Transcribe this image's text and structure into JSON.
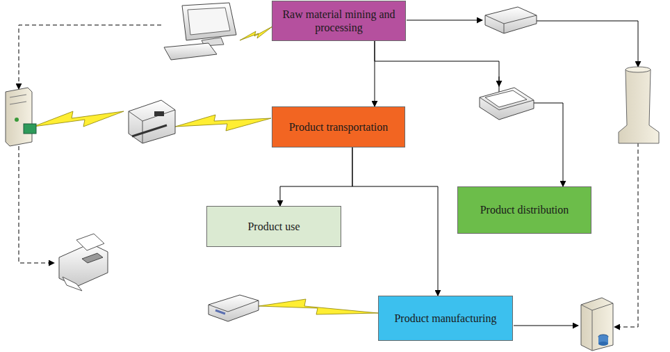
{
  "diagram": {
    "nodes": [
      {
        "text": [
          "Raw material mining and processing"
        ]
      },
      {
        "text": [
          "Product transportation"
        ]
      },
      {
        "text": [
          "Product use"
        ]
      },
      {
        "text": [
          "Product distribution"
        ]
      },
      {
        "text": [
          "Product manufacturing"
        ]
      }
    ],
    "edges": [
      {
        "from": 0,
        "to": 1,
        "arrow": "to"
      },
      {
        "from": 0,
        "to": 3,
        "arrow": "to"
      },
      {
        "from": 1,
        "to": 2,
        "arrow": "to"
      },
      {
        "from": 1,
        "to": 4,
        "arrow": "to"
      }
    ]
  }
}
